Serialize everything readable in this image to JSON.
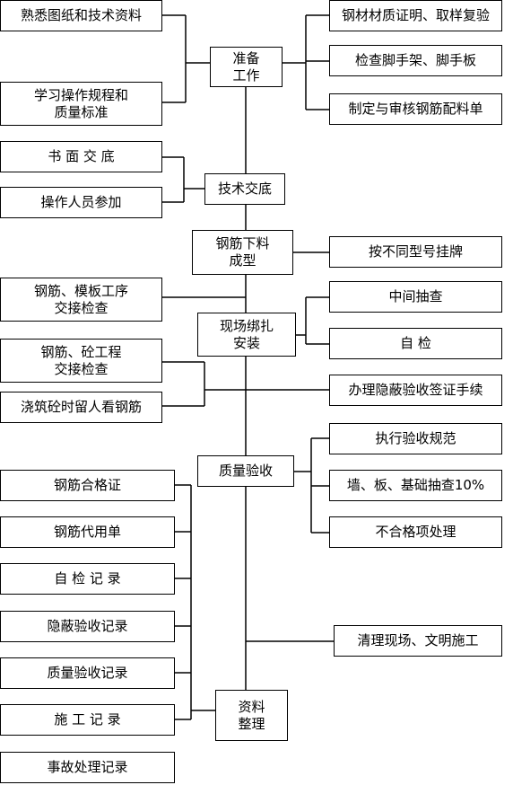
{
  "diagram": {
    "nodes": {
      "familiarize_drawings": "熟悉图纸和技术资料",
      "learn_rules": "学习操作规程和\n质量标准",
      "steel_certificate": "钢材材质证明、取样复验",
      "check_scaffold": "检查脚手架、脚手板",
      "make_rebar_schedule": "制定与审核钢筋配料单",
      "preparation": "准备\n工作",
      "written_briefing": "书 面 交 底",
      "operators_attend": "操作人员参加",
      "tech_briefing": "技术交底",
      "cutting_forming": "钢筋下料\n成型",
      "tag_by_type": "按不同型号挂牌",
      "rebar_formwork_handover": "钢筋、模板工序\n交接检查",
      "site_binding": "现场绑扎\n安装",
      "spot_check_middle": "中间抽查",
      "self_check": "自      检",
      "rebar_concrete_handover": "钢筋、砼工程\n交接检查",
      "watch_rebar": "浇筑砼时留人看钢筋",
      "concealed_signoff": "办理隐蔽验收签证手续",
      "quality_acceptance": "质量验收",
      "follow_spec": "执行验收规范",
      "wall_slab_check": "墙、板、基础抽查10%",
      "nonconforming": "不合格项处理",
      "rebar_certificate": "钢筋合格证",
      "rebar_substitution": "钢筋代用单",
      "self_check_record": "自 检 记 录",
      "concealed_record": "隐蔽验收记录",
      "quality_record": "质量验收记录",
      "construction_record": "施 工 记 录",
      "accident_record": "事故处理记录",
      "clean_site": "清理现场、文明施工",
      "documents": "资料\n整理"
    }
  }
}
